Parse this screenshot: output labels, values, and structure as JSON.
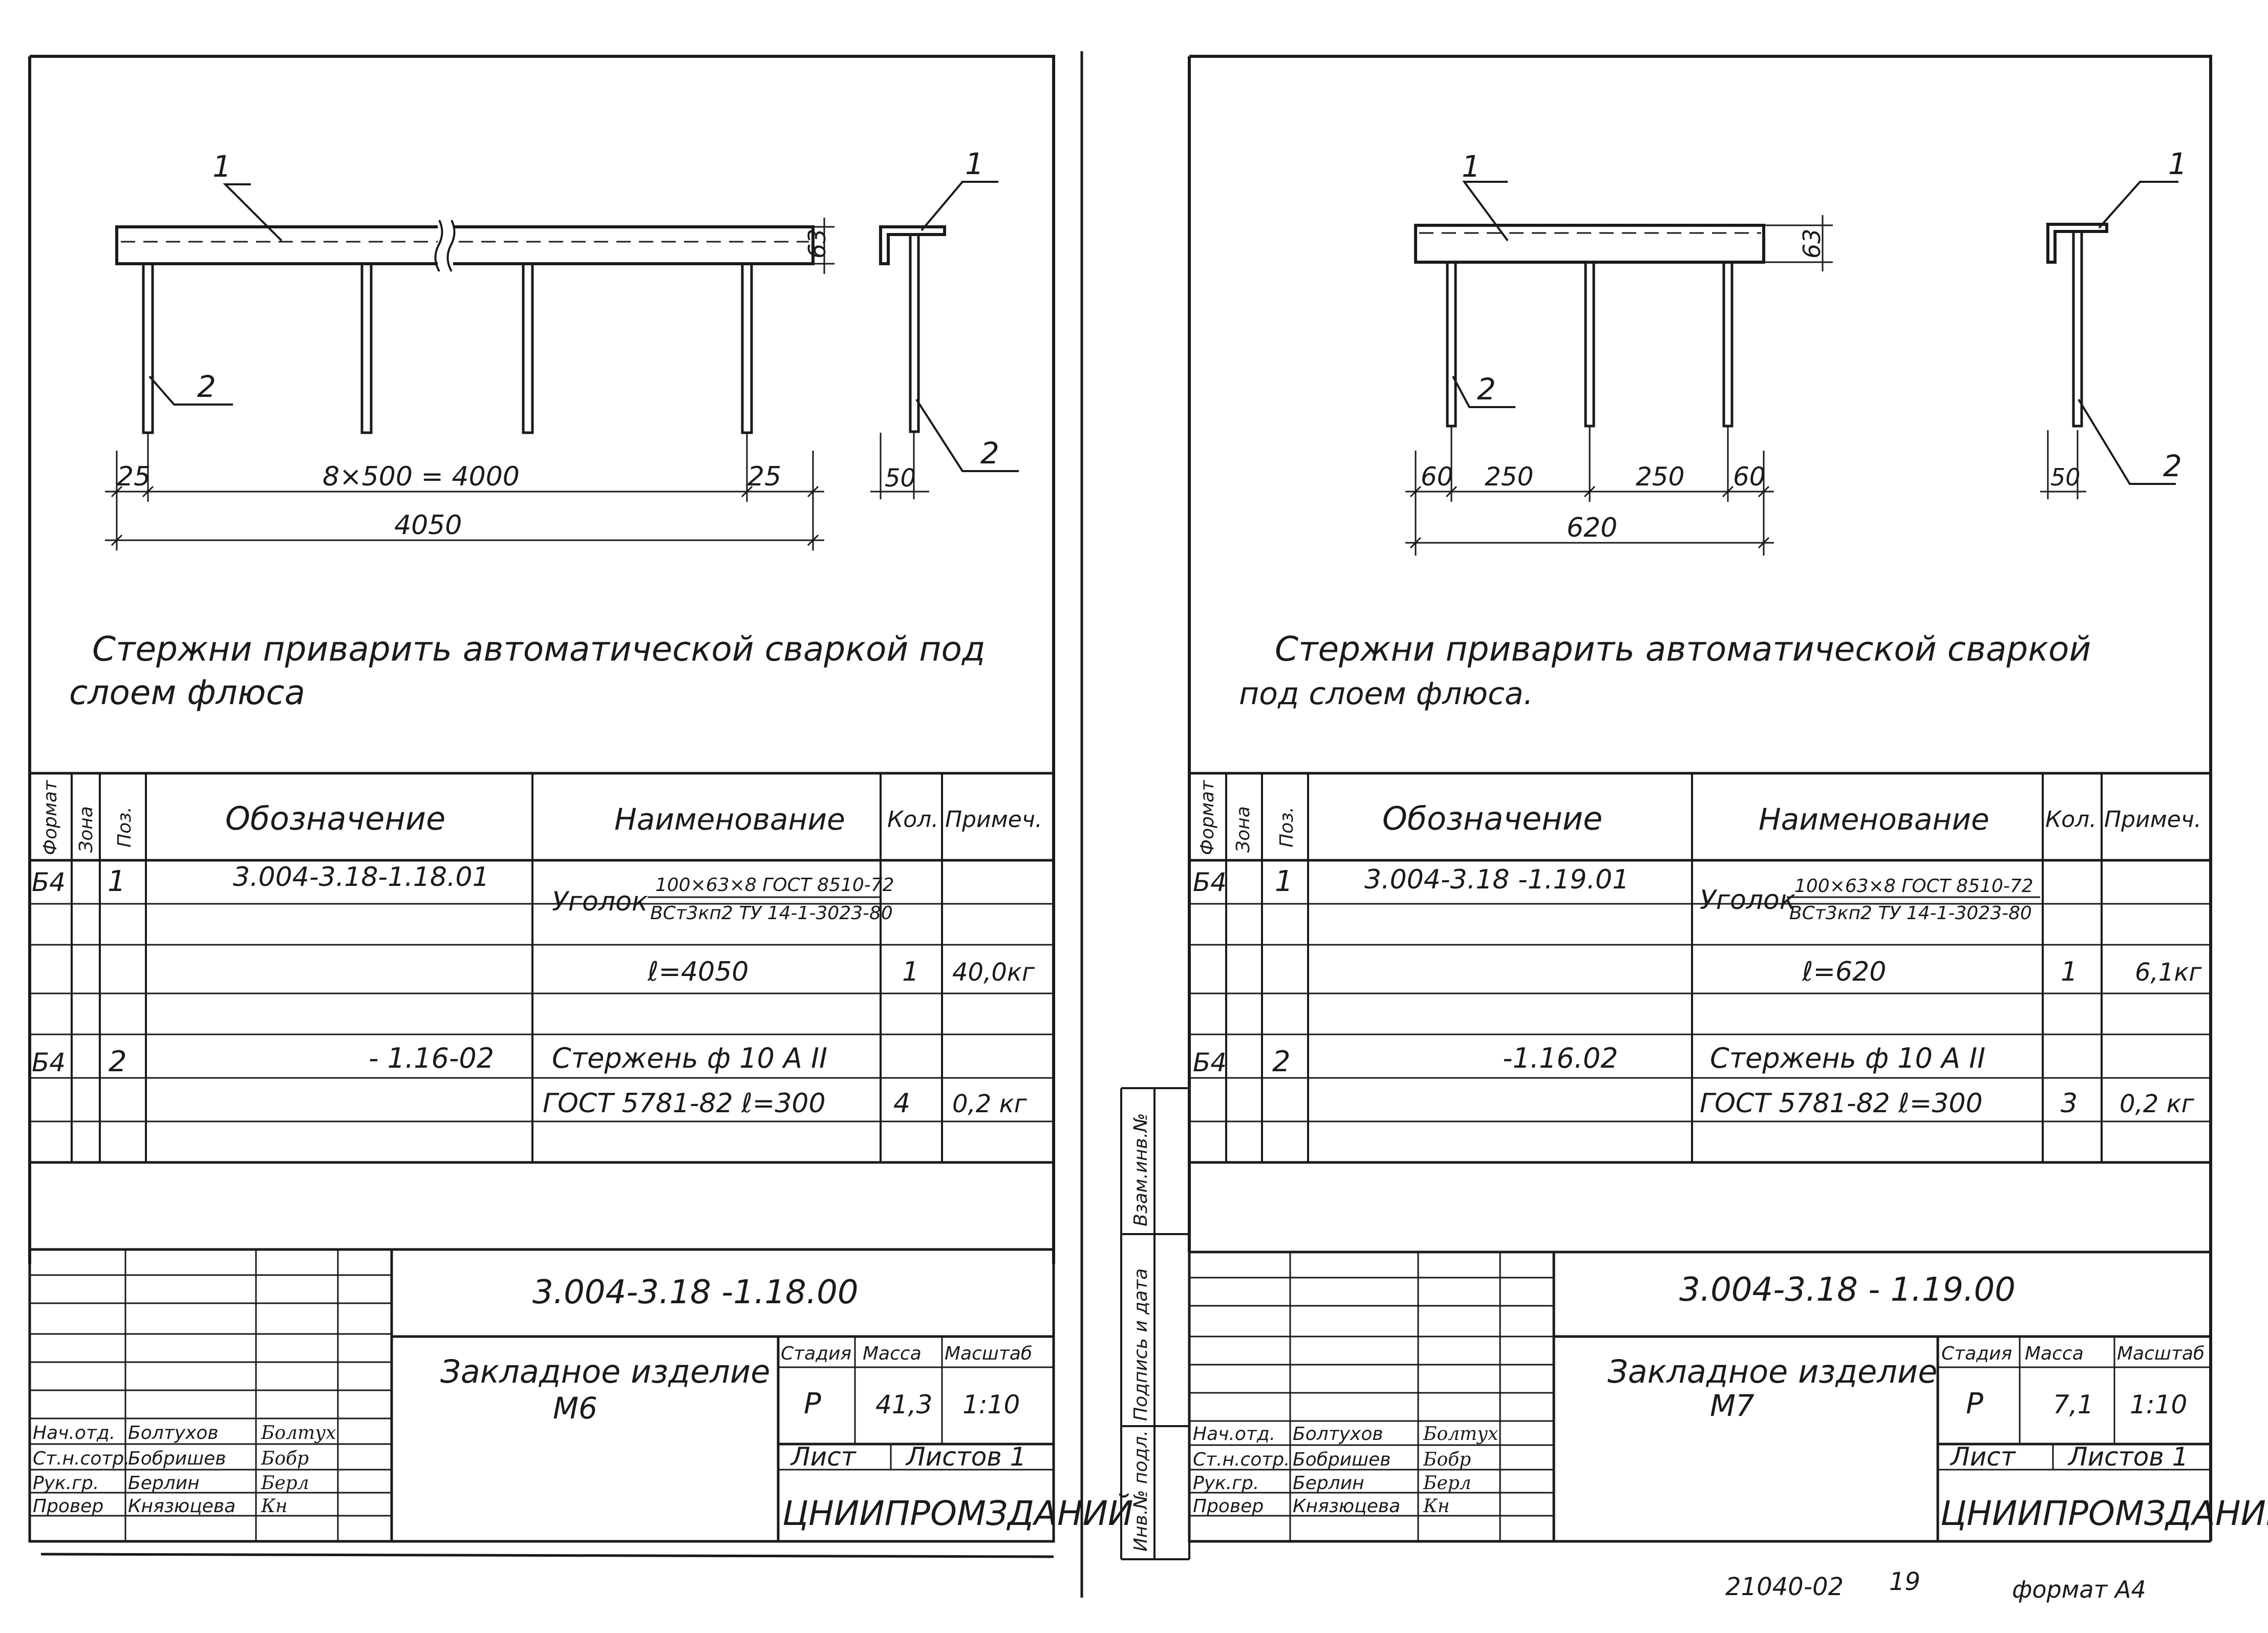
{
  "left": {
    "drawing": {
      "callout_pos1": "1",
      "callout_pos2": "2",
      "dim_height": "63",
      "dim_left_end": "25",
      "dim_spacing": "8×500 = 4000",
      "dim_right_end": "25",
      "dim_total": "4050",
      "dim_side": "50"
    },
    "note_line1": "Стержни приварить автоматической сваркой под",
    "note_line2": "слоем флюса",
    "spec": {
      "headers": [
        "Формат",
        "Зона",
        "Поз.",
        "Обозначение",
        "Наименование",
        "Кол.",
        "Примеч."
      ],
      "rows": [
        {
          "format": "Б4",
          "zone": "",
          "pos": "1",
          "designation": "3.004-3.18-1.18.01",
          "name": "Уголок",
          "name_num": "100×63×8 ГОСТ 8510-72",
          "name_den": "ВСт3кп2 ТУ 14-1-3023-80",
          "qty": "",
          "note": ""
        },
        {
          "format": "",
          "zone": "",
          "pos": "",
          "designation": "",
          "name": "ℓ=4050",
          "qty": "1",
          "note": "40,0кг"
        },
        {
          "format": "Б4",
          "zone": "",
          "pos": "2",
          "designation": "- 1.16-02",
          "name": "Стержень ф 10 А II",
          "qty": "",
          "note": ""
        },
        {
          "format": "",
          "zone": "",
          "pos": "",
          "designation": "",
          "name": "ГОСТ 5781-82 ℓ=300",
          "qty": "4",
          "note": "0,2 кг"
        }
      ]
    },
    "title_block": {
      "doc_number": "3.004-3.18 -1.18.00",
      "item_title": "Закладное изделие",
      "item_mark": "М6",
      "stage_label": "Стадия",
      "mass_label": "Масса",
      "scale_label": "Масштаб",
      "stage": "Р",
      "mass": "41,3",
      "scale": "1:10",
      "sheet_label": "Лист",
      "sheets_label": "Листов 1",
      "organization": "ЦНИИПРОМЗДАНИЙ",
      "staff": [
        {
          "role": "Нач.отд.",
          "name": "Болтухов",
          "sign": "Болтух"
        },
        {
          "role": "Ст.н.сотр.",
          "name": "Бобришев",
          "sign": "Бобр"
        },
        {
          "role": "Рук.гр.",
          "name": "Берлин",
          "sign": "Берл"
        },
        {
          "role": "Провер",
          "name": "Князюцева",
          "sign": "Кн"
        }
      ]
    }
  },
  "right": {
    "drawing": {
      "callout_pos1": "1",
      "callout_pos2": "2",
      "dim_height": "63",
      "dims": [
        "60",
        "250",
        "250",
        "60"
      ],
      "dim_total": "620",
      "dim_side": "50"
    },
    "note_line1": "Стержни приварить автоматической сваркой",
    "note_line2": "под слоем флюса.",
    "side_stamp": {
      "inv_orig": "Инв.№ подл.",
      "sign_date": "Подпись и дата",
      "replace_inv": "Взам.инв.№"
    },
    "spec": {
      "headers": [
        "Формат",
        "Зона",
        "Поз.",
        "Обозначение",
        "Наименование",
        "Кол.",
        "Примеч."
      ],
      "rows": [
        {
          "format": "Б4",
          "zone": "",
          "pos": "1",
          "designation": "3.004-3.18 -1.19.01",
          "name": "Уголок",
          "name_num": "100×63×8 ГОСТ 8510-72",
          "name_den": "ВСт3кп2 ТУ 14-1-3023-80",
          "qty": "",
          "note": ""
        },
        {
          "format": "",
          "zone": "",
          "pos": "",
          "designation": "",
          "name": "ℓ=620",
          "qty": "1",
          "note": "6,1кг"
        },
        {
          "format": "Б4",
          "zone": "",
          "pos": "2",
          "designation": "-1.16.02",
          "name": "Стержень ф 10 А II",
          "qty": "",
          "note": ""
        },
        {
          "format": "",
          "zone": "",
          "pos": "",
          "designation": "",
          "name": "ГОСТ 5781-82 ℓ=300",
          "qty": "3",
          "note": "0,2 кг"
        }
      ]
    },
    "title_block": {
      "doc_number": "3.004-3.18 - 1.19.00",
      "item_title": "Закладное изделие",
      "item_mark": "М7",
      "stage_label": "Стадия",
      "mass_label": "Масса",
      "scale_label": "Масштаб",
      "stage": "Р",
      "mass": "7,1",
      "scale": "1:10",
      "sheet_label": "Лист",
      "sheets_label": "Листов 1",
      "organization": "ЦНИИПРОМЗДАНИЙ",
      "staff": [
        {
          "role": "Нач.отд.",
          "name": "Болтухов",
          "sign": "Болтух"
        },
        {
          "role": "Ст.н.сотр.",
          "name": "Бобришев",
          "sign": "Бобр"
        },
        {
          "role": "Рук.гр.",
          "name": "Берлин",
          "sign": "Берл"
        },
        {
          "role": "Провер",
          "name": "Князюцева",
          "sign": "Кн"
        }
      ]
    }
  },
  "footer": {
    "archive_number": "21040-02",
    "page_number": "19",
    "format": "формат А4"
  }
}
